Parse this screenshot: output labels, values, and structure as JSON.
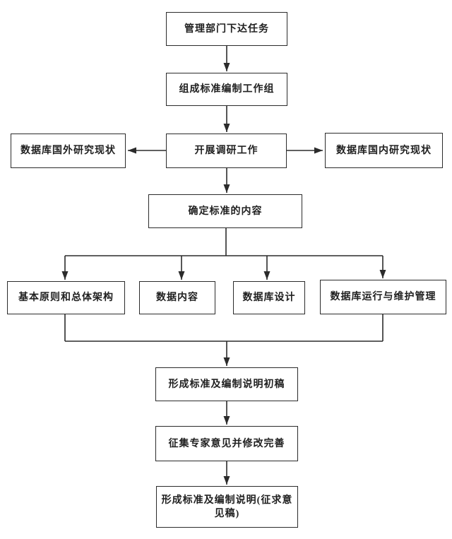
{
  "diagram": {
    "title": "",
    "colors": {
      "line": "#2b2b2b",
      "box_border": "#2b2b2b",
      "text": "#1f1f1f",
      "background": "#ffffff"
    },
    "nodes": [
      {
        "id": "task",
        "label": "管理部门下达任务"
      },
      {
        "id": "workgroup",
        "label": "组成标准编制工作组"
      },
      {
        "id": "foreign",
        "label": "数据库国外研究现状"
      },
      {
        "id": "research",
        "label": "开展调研工作"
      },
      {
        "id": "domestic",
        "label": "数据库国内研究现状"
      },
      {
        "id": "content",
        "label": "确定标准的内容"
      },
      {
        "id": "principles",
        "label": "基本原则和总体架构"
      },
      {
        "id": "data_content",
        "label": "数据内容"
      },
      {
        "id": "db_design",
        "label": "数据库设计"
      },
      {
        "id": "db_operation",
        "label": "数据库运行与维护管理"
      },
      {
        "id": "draft",
        "label": "形成标准及编制说明初稿"
      },
      {
        "id": "expert",
        "label": "征集专家意见并修改完善"
      },
      {
        "id": "final",
        "label": "形成标准及编制说明(征求意见稿)"
      }
    ],
    "edges": [
      {
        "from": "task",
        "to": "workgroup"
      },
      {
        "from": "workgroup",
        "to": "research"
      },
      {
        "from": "research",
        "to": "foreign"
      },
      {
        "from": "research",
        "to": "domestic"
      },
      {
        "from": "research",
        "to": "content"
      },
      {
        "from": "content",
        "to": "principles"
      },
      {
        "from": "content",
        "to": "data_content"
      },
      {
        "from": "content",
        "to": "db_design"
      },
      {
        "from": "content",
        "to": "db_operation"
      },
      {
        "from": "principles",
        "to": "draft"
      },
      {
        "from": "db_operation",
        "to": "draft"
      },
      {
        "from": "draft",
        "to": "expert"
      },
      {
        "from": "expert",
        "to": "final"
      }
    ]
  }
}
